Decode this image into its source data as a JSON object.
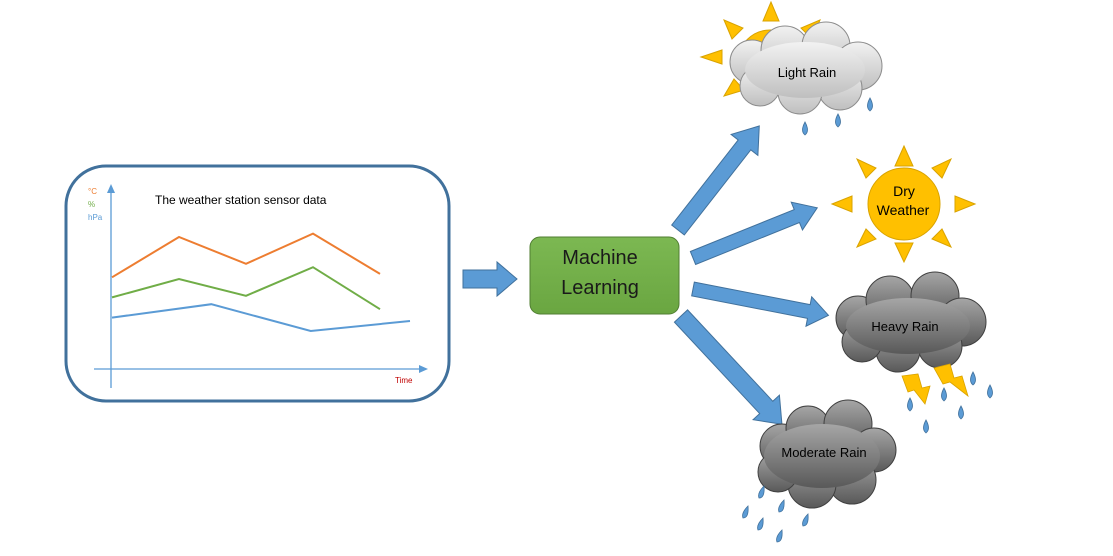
{
  "sensor_panel": {
    "title": "The weather station sensor data",
    "legend_celsius": "°C",
    "legend_percent": "%",
    "legend_hpa": "hPa",
    "x_axis_label": "Time"
  },
  "chart_data": {
    "type": "line",
    "title": "The weather station sensor data",
    "xlabel": "Time",
    "ylabel": "",
    "series": [
      {
        "name": "°C",
        "color": "#ED7D31",
        "values": [
          54,
          78,
          62,
          80,
          56
        ]
      },
      {
        "name": "%",
        "color": "#70AD47",
        "values": [
          42,
          53,
          43,
          60,
          35
        ]
      },
      {
        "name": "hPa",
        "color": "#5B9BD5",
        "values": [
          30,
          38,
          22,
          28
        ]
      }
    ]
  },
  "center": {
    "box_line1": "Machine",
    "box_line2": "Learning"
  },
  "outcomes": {
    "light_rain": "Light Rain",
    "dry_line1": "Dry",
    "dry_line2": "Weather",
    "heavy_rain": "Heavy Rain",
    "moderate_rain": "Moderate Rain"
  },
  "colors": {
    "panel_border": "#41719C",
    "ml_box_fill": "#70AD47",
    "ml_box_border": "#507E32",
    "arrow_fill": "#5B9BD5",
    "arrow_stroke": "#41719C",
    "sun_fill": "#FFC000",
    "drop_fill": "#5B9BD5",
    "light_cloud": "#D9D9D9",
    "dark_cloud": "#7F7F7F"
  }
}
